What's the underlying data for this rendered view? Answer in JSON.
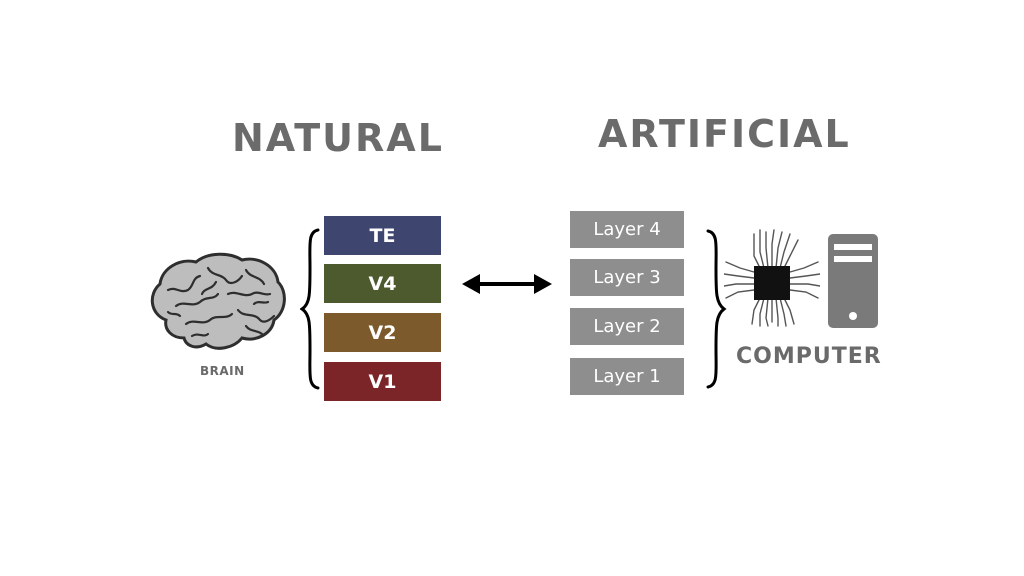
{
  "natural": {
    "title": "NATURAL",
    "brain_label": "BRAIN",
    "regions": [
      {
        "label": "TE",
        "color": "#3e4670"
      },
      {
        "label": "V4",
        "color": "#4c5a2e"
      },
      {
        "label": "V2",
        "color": "#7c5a2b"
      },
      {
        "label": "V1",
        "color": "#7c2528"
      }
    ]
  },
  "artificial": {
    "title": "ARTIFICIAL",
    "computer_label": "COMPUTER",
    "layers": [
      {
        "label": "Layer 4"
      },
      {
        "label": "Layer 3"
      },
      {
        "label": "Layer 2"
      },
      {
        "label": "Layer 1"
      }
    ]
  },
  "icons": {
    "brain": "brain-icon",
    "arrow": "double-arrow-icon",
    "chip": "chip-icon",
    "tower": "computer-tower-icon"
  },
  "colors": {
    "heading": "#6b6b6b",
    "layer_box": "#8e8e8e"
  }
}
